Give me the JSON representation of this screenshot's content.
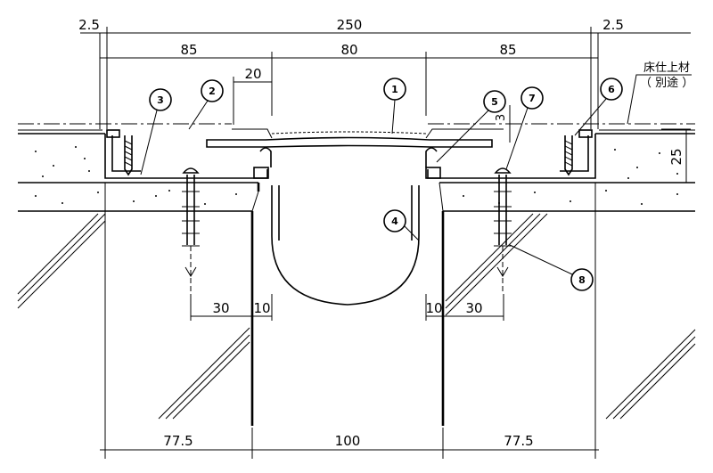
{
  "dimensions": {
    "top_left_margin": "2.5",
    "top_total": "250",
    "top_right_margin": "2.5",
    "top_left_span": "85",
    "top_center_span": "80",
    "top_right_span": "85",
    "cover_overlap": "20",
    "cover_clearance": "3",
    "floor_thickness": "25",
    "left_anchor_offset": "30",
    "left_gap_offset": "10",
    "right_gap_offset": "10",
    "right_anchor_offset": "30",
    "bottom_left": "77.5",
    "bottom_center": "100",
    "bottom_right": "77.5"
  },
  "callouts": [
    "1",
    "2",
    "3",
    "4",
    "5",
    "6",
    "7",
    "8"
  ],
  "notes": {
    "floor_finish_line1": "床仕上材",
    "floor_finish_line2": "（ 別途 ）"
  }
}
